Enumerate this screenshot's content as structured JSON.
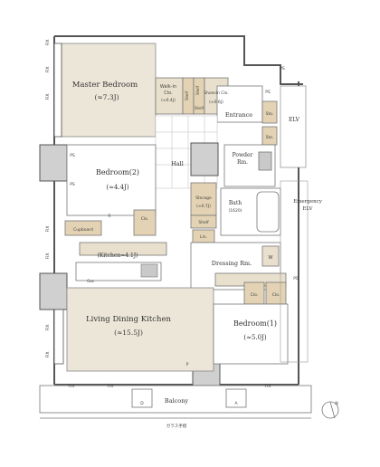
{
  "rooms": {
    "master_bedroom": {
      "name": "Master Bedroom",
      "size": "(≈7.3J)"
    },
    "walkin_closet": {
      "name1": "Walk-in",
      "name2": "Clo.",
      "size": "(≈0.4J)"
    },
    "shoesin_closet": {
      "name": "Shoesin Clo.",
      "size": "(≈0.6J)"
    },
    "entrance": {
      "name": "Entrance"
    },
    "hall": {
      "name": "Hall"
    },
    "powder_room": {
      "name1": "Powder",
      "name2": "Rm."
    },
    "bedroom2": {
      "name": "Bedroom(2)",
      "size": "(≈4.4J)"
    },
    "storage": {
      "name": "Storage",
      "size": "(≈0.7J)"
    },
    "bath": {
      "name": "Bath",
      "size": "(1620)"
    },
    "kitchen": {
      "name": "(Kitchen≈4.1J)"
    },
    "dressing_room": {
      "name": "Dressing Rm."
    },
    "ldk": {
      "name": "Living Dining Kitchen",
      "size": "(≈15.5J)"
    },
    "bedroom1": {
      "name": "Bedroom(1)",
      "size": "(≈5.0J)"
    },
    "balcony": {
      "name": "Balcony"
    },
    "elv": {
      "name": "ELV"
    },
    "emergency_elv": {
      "name1": "Emergency",
      "name2": "ELV"
    }
  },
  "fixtures": {
    "shelf": "Shelf",
    "sto": "Sto.",
    "clo": "Clo.",
    "cupboard": "Cupboard",
    "lin": "Lin.",
    "w": "W",
    "r": "R",
    "gas": "Gas"
  },
  "annotations": {
    "fix": "FIX",
    "ps": "PS",
    "p": "P",
    "a": "A",
    "d": "D",
    "glass_railing": "ガラス手摺",
    "north_mark": "N"
  },
  "colors": {
    "tatami_beige": "#ece6d8",
    "wall": "#555555",
    "storage_tan": "#e3d3b4",
    "fixture_gray": "#c9c9c9"
  }
}
